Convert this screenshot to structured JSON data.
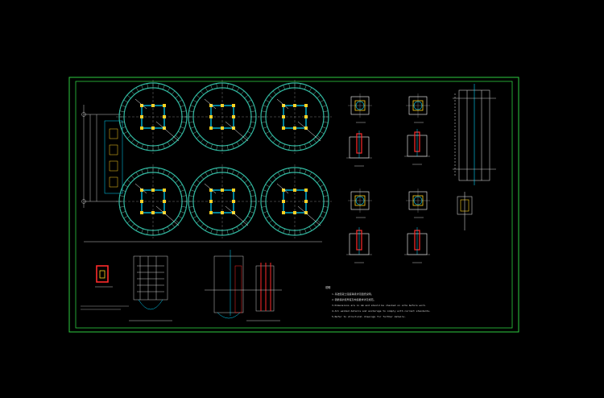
{
  "colors": {
    "background": "#000000",
    "frame": "#2ecc40",
    "ring": "#2eb8a0",
    "column": "#ffd21f",
    "core": "#00d8ff",
    "rebar": "#ff2a2a",
    "line": "#ffffff",
    "dim": "#c8c8c8"
  },
  "notes": {
    "title": "说明",
    "lines": [
      "1.基础混凝土强度等级详见图纸说明。",
      "2.钢筋保护层厚度及构造要求详见规范。",
      "3.Dimensions are in mm and should be checked on site before work.",
      "4.All welded details and anchorage to comply with current standards.",
      "5.Refer to structural drawings for further details."
    ]
  }
}
